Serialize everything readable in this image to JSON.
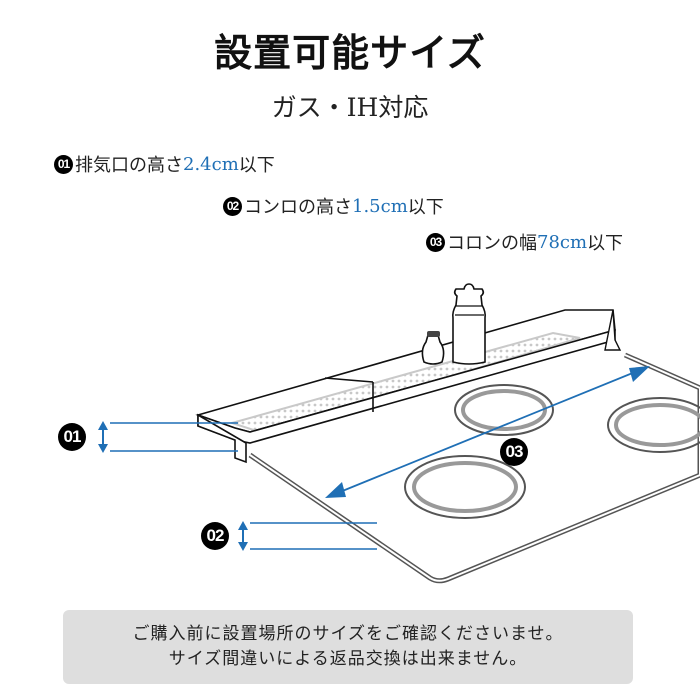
{
  "header": {
    "title": "設置可能サイズ",
    "subtitle": "ガス・IH対応"
  },
  "specs": [
    {
      "number": "01",
      "label": "排気口の高さ",
      "value": "2.4cm",
      "suffix": "以下"
    },
    {
      "number": "02",
      "label": "コンロの高さ",
      "value": "1.5cm",
      "suffix": "以下"
    },
    {
      "number": "03",
      "label": "コロンの幅",
      "value": "78cm",
      "suffix": "以下"
    }
  ],
  "diagram": {
    "badges": [
      "01",
      "02",
      "03"
    ]
  },
  "notice": {
    "line1": "ご購入前に設置場所のサイズをご確認くださいませ。",
    "line2": "サイズ間違いによる返品交換は出来ません。"
  },
  "colors": {
    "accent": "#1f6fb5",
    "notice_bg": "#dedede",
    "badge": "#000000"
  }
}
